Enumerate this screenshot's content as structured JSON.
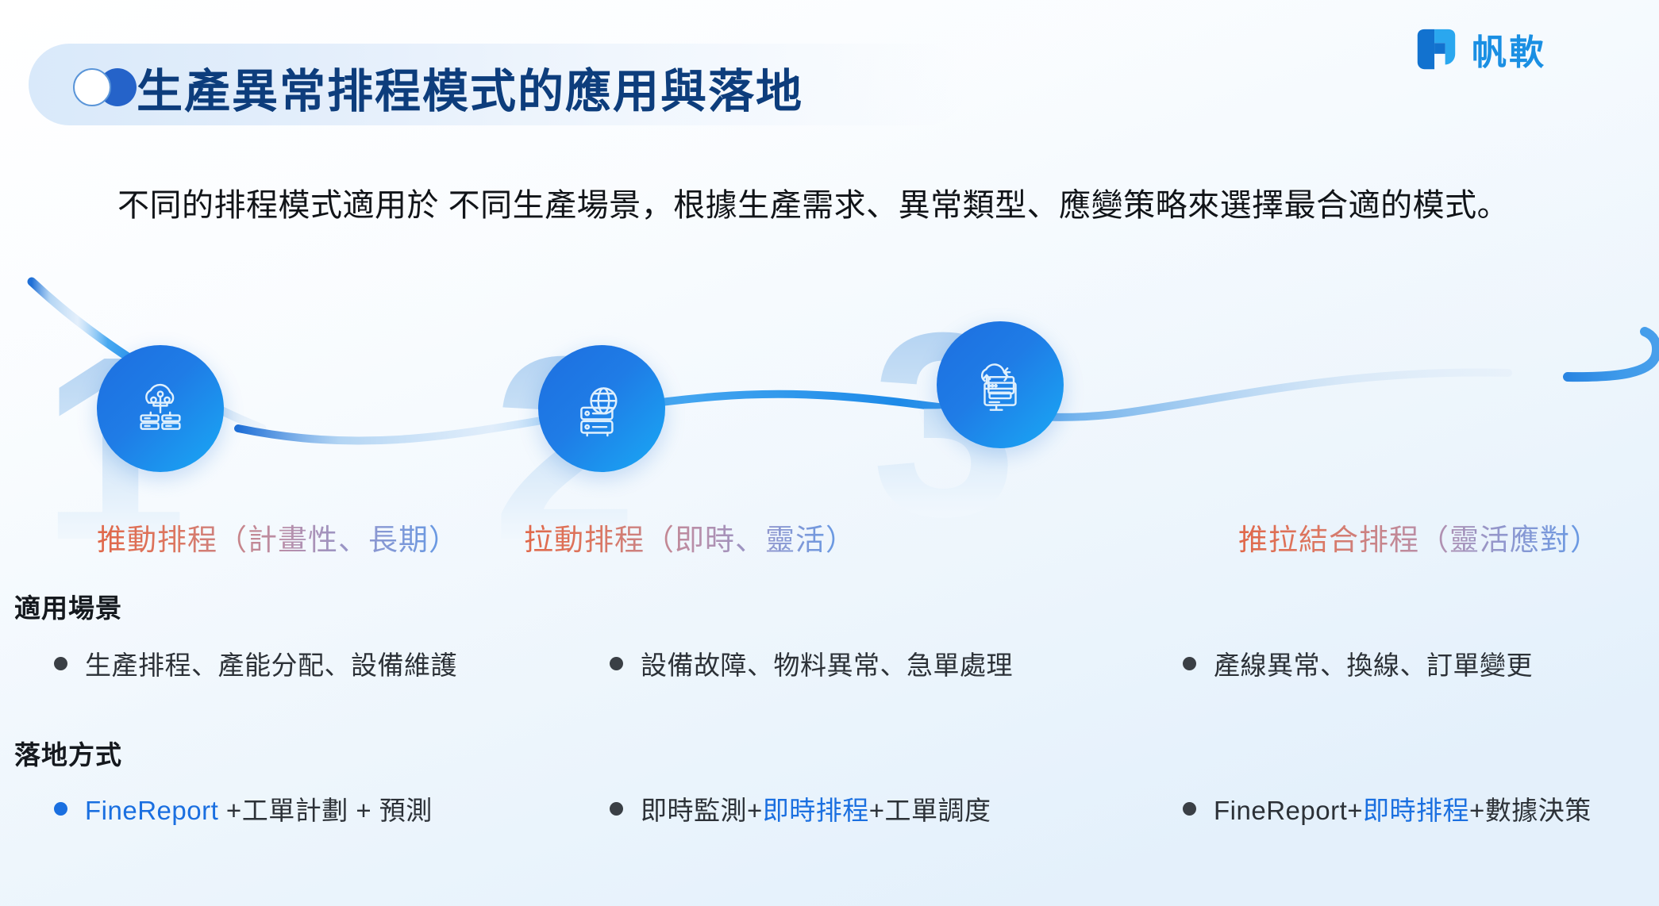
{
  "header": {
    "title": "生產異常排程模式的應用與落地",
    "logo_text": "帆軟",
    "logo_icon": "fanruan-logo-icon",
    "pill_icon": "two-circles-icon"
  },
  "lead": {
    "text": "不同的排程模式適用於 不同生產場景，根據生產需求、異常類型、應變策略來選擇最合適的模式。"
  },
  "steps": [
    {
      "number": "1",
      "icon": "cloud-server-icon",
      "label": "推動排程（計畫性、長期）"
    },
    {
      "number": "2",
      "icon": "globe-server-icon",
      "label": "拉動排程（即時、靈活）"
    },
    {
      "number": "3",
      "icon": "cloud-sync-monitor-icon",
      "label": "推拉結合排程（靈活應對）"
    }
  ],
  "sections": {
    "scenarios_heading": "適用場景",
    "landing_heading": "落地方式",
    "scenarios": [
      "生產排程、產能分配、設備維護",
      "設備故障、物料異常、急單處理",
      "產線異常、換線、訂單變更"
    ],
    "landing": [
      {
        "bullet_color": "blue",
        "parts": [
          {
            "t": "FineReport",
            "hl": true
          },
          {
            "t": " +工單計劃 + 預測",
            "hl": false
          }
        ]
      },
      {
        "bullet_color": "dark",
        "parts": [
          {
            "t": "即時監測+",
            "hl": false
          },
          {
            "t": "即時排程",
            "hl": true
          },
          {
            "t": "+工單調度",
            "hl": false
          }
        ]
      },
      {
        "bullet_color": "dark",
        "parts": [
          {
            "t": "FineReport+",
            "hl": false
          },
          {
            "t": "即時排程",
            "hl": true
          },
          {
            "t": "+數據決策",
            "hl": false
          }
        ]
      }
    ]
  },
  "colors": {
    "title": "#0d3d7c",
    "accent_blue": "#1a6fe0",
    "logo_blue": "#1a8fe3",
    "wave_blue": "#1f8ae8",
    "label_warm": "#e0684a",
    "label_cool": "#5f9ae8"
  }
}
